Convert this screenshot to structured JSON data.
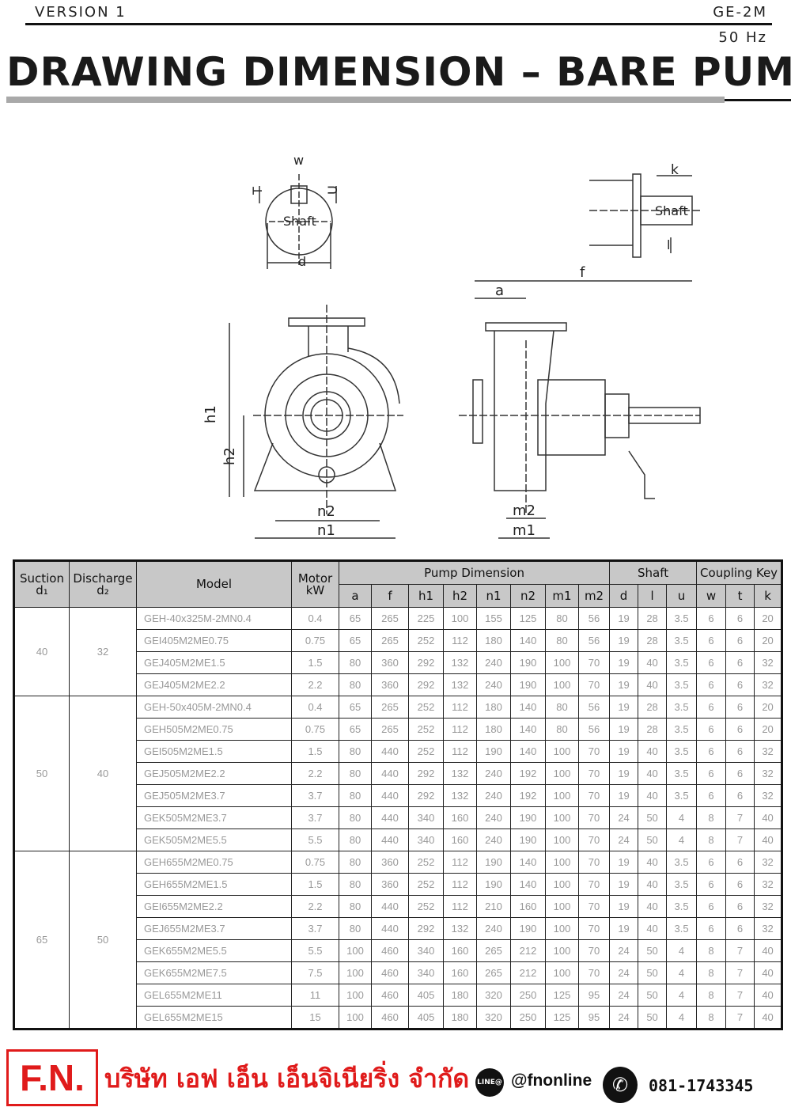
{
  "header": {
    "version": "VERSION 1",
    "series": "GE-2M",
    "frequency": "50 Hz"
  },
  "title": "DRAWING DIMENSION – BARE PUMP",
  "drawing": {
    "labels": {
      "w": "w",
      "T": "T",
      "U": "U",
      "shaft_front": "Shaft",
      "d": "d",
      "k": "k",
      "shaft_side": "Shaft",
      "l": "l",
      "f": "f",
      "a": "a",
      "h1": "h1",
      "h2": "h2",
      "n2": "n2",
      "n1": "n1",
      "m2": "m2",
      "m1": "m1"
    }
  },
  "table": {
    "headers": {
      "suction": "Suction",
      "suction_sub": "d₁",
      "discharge": "Discharge",
      "discharge_sub": "d₂",
      "model": "Model",
      "motor": "Motor",
      "motor_sub": "kW",
      "pump_dimension": "Pump Dimension",
      "shaft": "Shaft",
      "coupling_key": "Coupling Key",
      "sub": [
        "a",
        "f",
        "h1",
        "h2",
        "n1",
        "n2",
        "m1",
        "m2",
        "d",
        "l",
        "u",
        "w",
        "t",
        "k"
      ]
    },
    "groups": [
      {
        "suction": "40",
        "discharge": "32",
        "rows": [
          [
            "GEH-40x325M-2MN0.4",
            "0.4",
            "65",
            "265",
            "225",
            "100",
            "155",
            "125",
            "80",
            "56",
            "19",
            "28",
            "3.5",
            "6",
            "6",
            "20"
          ],
          [
            "GEI405M2ME0.75",
            "0.75",
            "65",
            "265",
            "252",
            "112",
            "180",
            "140",
            "80",
            "56",
            "19",
            "28",
            "3.5",
            "6",
            "6",
            "20"
          ],
          [
            "GEJ405M2ME1.5",
            "1.5",
            "80",
            "360",
            "292",
            "132",
            "240",
            "190",
            "100",
            "70",
            "19",
            "40",
            "3.5",
            "6",
            "6",
            "32"
          ],
          [
            "GEJ405M2ME2.2",
            "2.2",
            "80",
            "360",
            "292",
            "132",
            "240",
            "190",
            "100",
            "70",
            "19",
            "40",
            "3.5",
            "6",
            "6",
            "32"
          ]
        ]
      },
      {
        "suction": "50",
        "discharge": "40",
        "rows": [
          [
            "GEH-50x405M-2MN0.4",
            "0.4",
            "65",
            "265",
            "252",
            "112",
            "180",
            "140",
            "80",
            "56",
            "19",
            "28",
            "3.5",
            "6",
            "6",
            "20"
          ],
          [
            "GEH505M2ME0.75",
            "0.75",
            "65",
            "265",
            "252",
            "112",
            "180",
            "140",
            "80",
            "56",
            "19",
            "28",
            "3.5",
            "6",
            "6",
            "20"
          ],
          [
            "GEI505M2ME1.5",
            "1.5",
            "80",
            "440",
            "252",
            "112",
            "190",
            "140",
            "100",
            "70",
            "19",
            "40",
            "3.5",
            "6",
            "6",
            "32"
          ],
          [
            "GEJ505M2ME2.2",
            "2.2",
            "80",
            "440",
            "292",
            "132",
            "240",
            "192",
            "100",
            "70",
            "19",
            "40",
            "3.5",
            "6",
            "6",
            "32"
          ],
          [
            "GEJ505M2ME3.7",
            "3.7",
            "80",
            "440",
            "292",
            "132",
            "240",
            "192",
            "100",
            "70",
            "19",
            "40",
            "3.5",
            "6",
            "6",
            "32"
          ],
          [
            "GEK505M2ME3.7",
            "3.7",
            "80",
            "440",
            "340",
            "160",
            "240",
            "190",
            "100",
            "70",
            "24",
            "50",
            "4",
            "8",
            "7",
            "40"
          ],
          [
            "GEK505M2ME5.5",
            "5.5",
            "80",
            "440",
            "340",
            "160",
            "240",
            "190",
            "100",
            "70",
            "24",
            "50",
            "4",
            "8",
            "7",
            "40"
          ]
        ]
      },
      {
        "suction": "65",
        "discharge": "50",
        "rows": [
          [
            "GEH655M2ME0.75",
            "0.75",
            "80",
            "360",
            "252",
            "112",
            "190",
            "140",
            "100",
            "70",
            "19",
            "40",
            "3.5",
            "6",
            "6",
            "32"
          ],
          [
            "GEH655M2ME1.5",
            "1.5",
            "80",
            "360",
            "252",
            "112",
            "190",
            "140",
            "100",
            "70",
            "19",
            "40",
            "3.5",
            "6",
            "6",
            "32"
          ],
          [
            "GEI655M2ME2.2",
            "2.2",
            "80",
            "440",
            "252",
            "112",
            "210",
            "160",
            "100",
            "70",
            "19",
            "40",
            "3.5",
            "6",
            "6",
            "32"
          ],
          [
            "GEJ655M2ME3.7",
            "3.7",
            "80",
            "440",
            "292",
            "132",
            "240",
            "190",
            "100",
            "70",
            "19",
            "40",
            "3.5",
            "6",
            "6",
            "32"
          ],
          [
            "GEK655M2ME5.5",
            "5.5",
            "100",
            "460",
            "340",
            "160",
            "265",
            "212",
            "100",
            "70",
            "24",
            "50",
            "4",
            "8",
            "7",
            "40"
          ],
          [
            "GEK655M2ME7.5",
            "7.5",
            "100",
            "460",
            "340",
            "160",
            "265",
            "212",
            "100",
            "70",
            "24",
            "50",
            "4",
            "8",
            "7",
            "40"
          ],
          [
            "GEL655M2ME11",
            "11",
            "100",
            "460",
            "405",
            "180",
            "320",
            "250",
            "125",
            "95",
            "24",
            "50",
            "4",
            "8",
            "7",
            "40"
          ],
          [
            "GEL655M2ME15",
            "15",
            "100",
            "460",
            "405",
            "180",
            "320",
            "250",
            "125",
            "95",
            "24",
            "50",
            "4",
            "8",
            "7",
            "40"
          ]
        ]
      }
    ]
  },
  "footer": {
    "logo": "F.N.",
    "company": "บริษัท เอฟ เอ็น เอ็นจิเนียริ่ง จำกัด",
    "line_badge": "LINE@",
    "line_id": "@fnonline",
    "phone": "081-1743345"
  },
  "colors": {
    "brand_red": "#e01b1b",
    "header_gray": "#c8c8c8"
  }
}
